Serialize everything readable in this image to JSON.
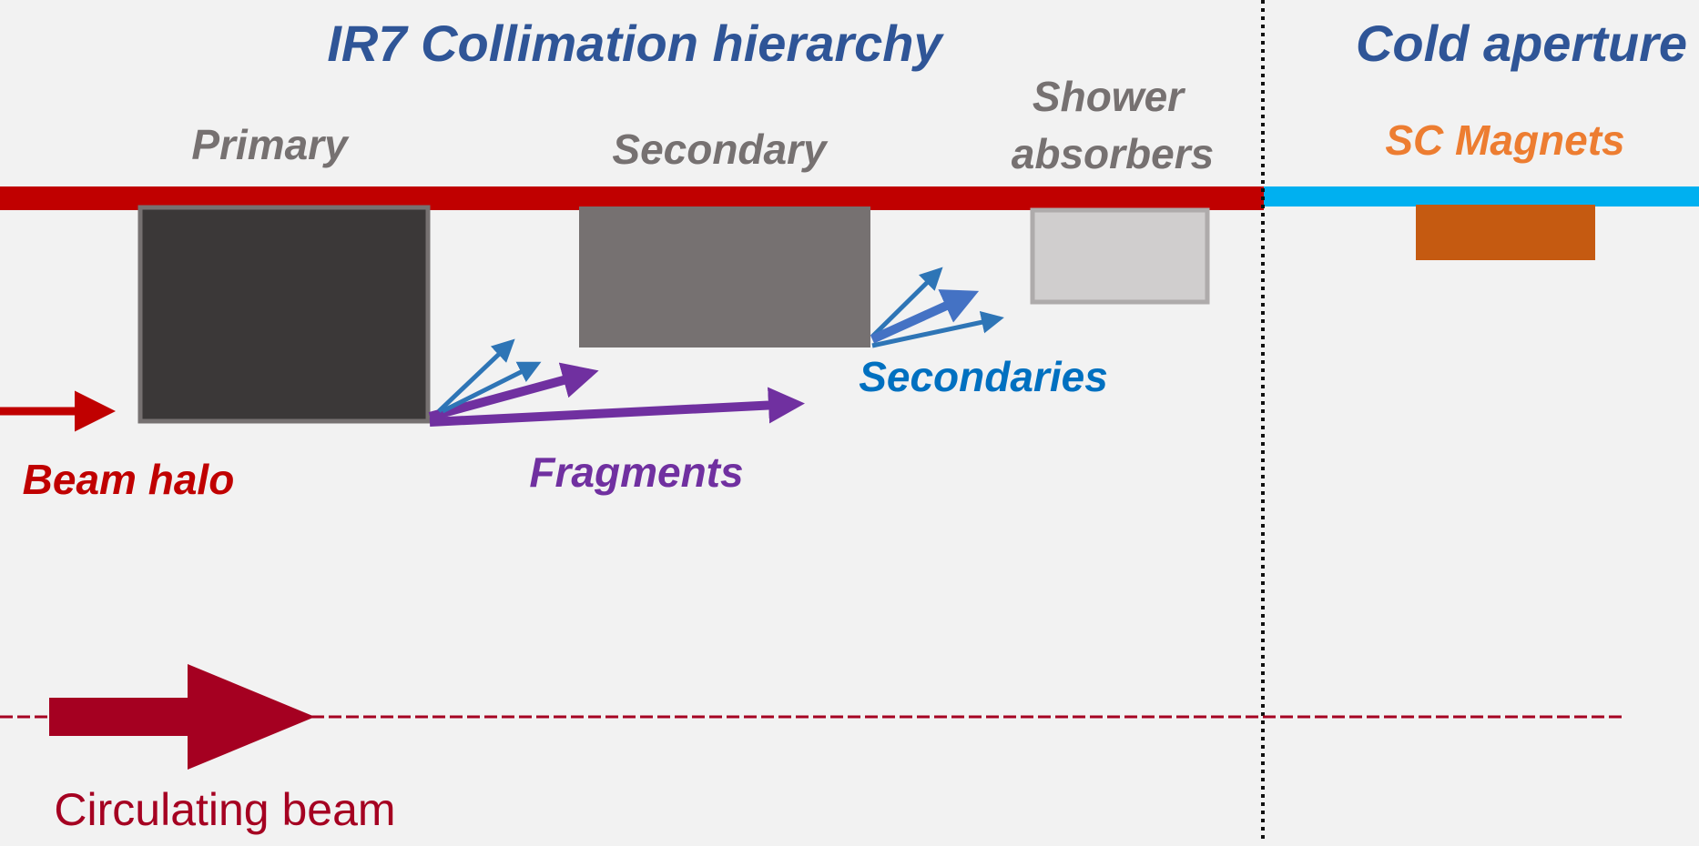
{
  "titles": {
    "collimation": "IR7 Collimation hierarchy",
    "cold": "Cold aperture"
  },
  "labels": {
    "primary": "Primary",
    "secondary": "Secondary",
    "shower_line1": "Shower",
    "shower_line2": "absorbers",
    "sc_magnets": "SC Magnets",
    "secondaries": "Secondaries",
    "fragments": "Fragments",
    "beam_halo": "Beam halo",
    "circulating_beam": "Circulating beam"
  },
  "colors": {
    "background": "#f2f2f2",
    "title_blue": "#2f5597",
    "label_gray": "#767171",
    "sc_orange": "#ed7d31",
    "beam_red": "#c00000",
    "cold_line_blue": "#00b0f0",
    "primary_block": "#3b3838",
    "secondary_block": "#767171",
    "absorber_block": "#d0cece",
    "magnet_block": "#c55a11",
    "secondaries_blue": "#2e75b6",
    "secondaries_mid": "#4472c4",
    "secondaries_text": "#0070c0",
    "fragments_purple": "#7030a0",
    "circulating_red": "#a50021"
  }
}
